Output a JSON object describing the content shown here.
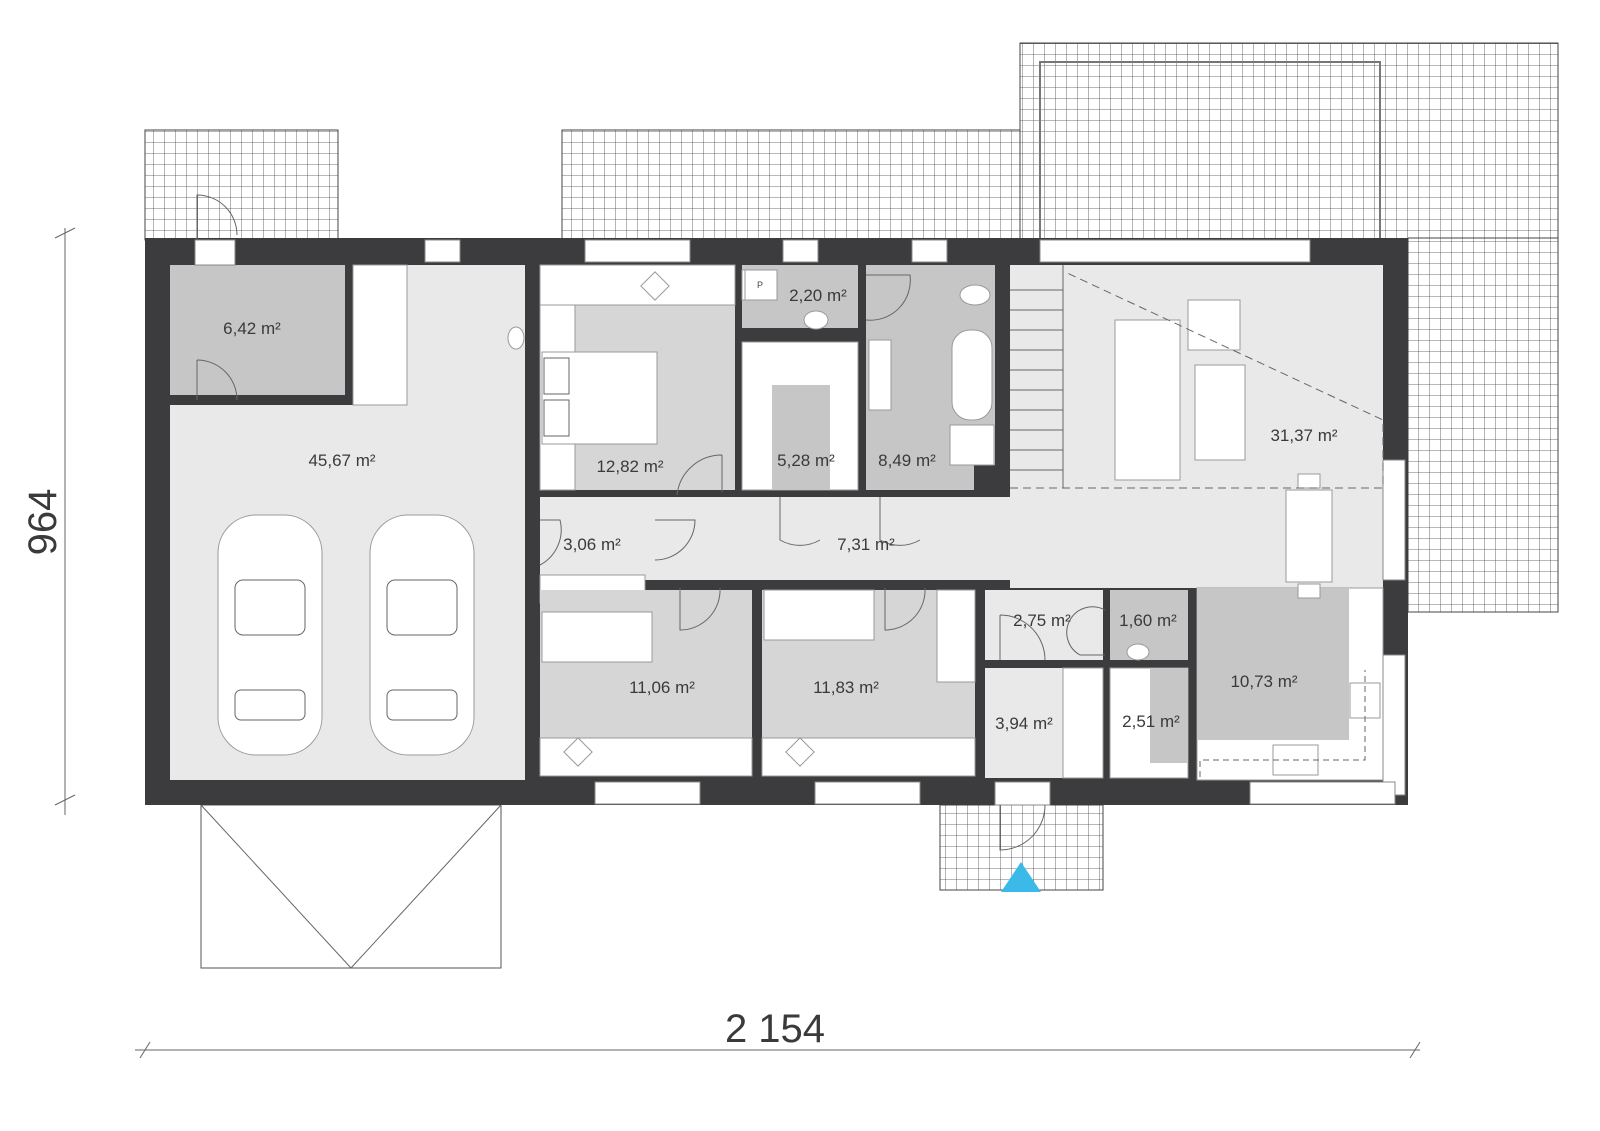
{
  "plan": {
    "dimensions": {
      "depth": "964",
      "width": "2 154"
    },
    "rooms": [
      {
        "id": "storage",
        "area": "6,42 m²"
      },
      {
        "id": "garage",
        "area": "45,67 m²"
      },
      {
        "id": "bedroom-1",
        "area": "12,82 m²"
      },
      {
        "id": "wc-1",
        "area": "2,20 m²"
      },
      {
        "id": "wardrobe",
        "area": "5,28 m²"
      },
      {
        "id": "bathroom",
        "area": "8,49 m²"
      },
      {
        "id": "living-room",
        "area": "31,37 m²"
      },
      {
        "id": "closet",
        "area": "3,06 m²"
      },
      {
        "id": "hall",
        "area": "7,31 m²"
      },
      {
        "id": "bedroom-2",
        "area": "11,06 m²"
      },
      {
        "id": "bedroom-3",
        "area": "11,83 m²"
      },
      {
        "id": "vestibule",
        "area": "2,75 m²"
      },
      {
        "id": "wc-2",
        "area": "1,60 m²"
      },
      {
        "id": "entrance",
        "area": "3,94 m²"
      },
      {
        "id": "pantry",
        "area": "2,51 m²"
      },
      {
        "id": "kitchen",
        "area": "10,73 m²"
      }
    ],
    "boiler_label": "P",
    "colors": {
      "wall": "#3c3c3e",
      "entrance_marker": "#3bb9e8",
      "floor_light": "#e9e9e9",
      "floor_dark": "#c6c6c6"
    },
    "icons": [
      "entrance-arrow-icon",
      "car-icon",
      "bed-icon",
      "desk-icon",
      "sofa-icon",
      "bathtub-icon",
      "toilet-icon",
      "sink-icon",
      "stove-icon",
      "dining-table-icon",
      "stairs-icon"
    ]
  }
}
